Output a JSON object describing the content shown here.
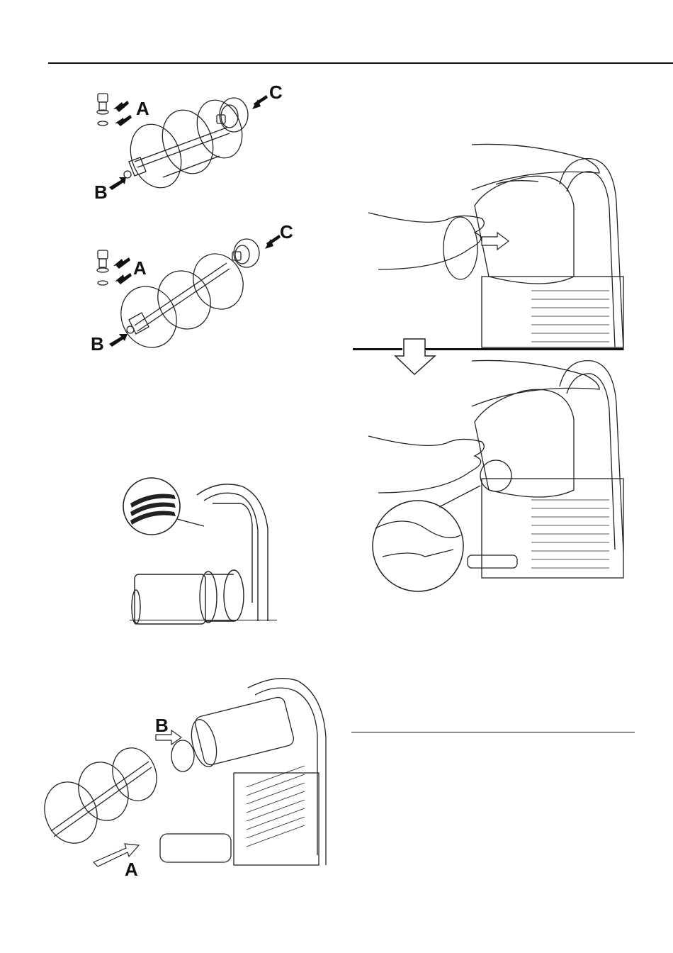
{
  "figures": {
    "auger_top": {
      "label_a": "A",
      "label_b": "B",
      "label_c": "C"
    },
    "auger_bottom": {
      "label_a": "A",
      "label_b": "B",
      "label_c": "C"
    },
    "reassembly": {
      "label_a": "A",
      "label_b": "B"
    }
  }
}
